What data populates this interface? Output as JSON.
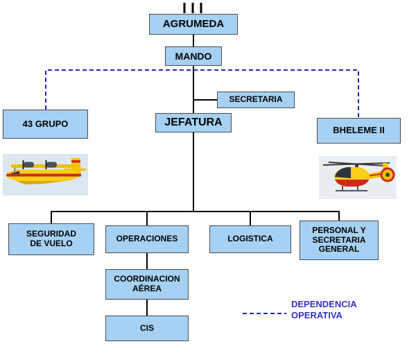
{
  "diagram": {
    "nodes": {
      "agrumeda": {
        "label": "AGRUMEDA"
      },
      "mando": {
        "label": "MANDO"
      },
      "secretaria": {
        "label": "SECRETARIA"
      },
      "jefatura": {
        "label": "JEFATURA"
      },
      "grupo43": {
        "label": "43 GRUPO"
      },
      "bheleme2": {
        "label": "BHELEME II"
      },
      "seguridad_vuelo": {
        "label": "SEGURIDAD DE VUELO"
      },
      "operaciones": {
        "label": "OPERACIONES"
      },
      "logistica": {
        "label": "LOGISTICA"
      },
      "personal_secretaria": {
        "label": "PERSONAL Y SECRETARIA GENERAL"
      },
      "coordinacion_aerea": {
        "label": "COORDINACION AÉREA"
      },
      "cis": {
        "label": "CIS"
      }
    },
    "legend": {
      "label": "DEPENDENCIA OPERATIVA"
    },
    "images": {
      "seaplane": "seaplane-photo",
      "helicopter": "helicopter-photo"
    },
    "colors": {
      "boxFill": "#a6d1f2",
      "boxBorder": "#4a4a4a",
      "line": "#000000",
      "dashedLine": "#2424b4",
      "legendText": "#3333cc",
      "background": "#ffffff"
    }
  }
}
